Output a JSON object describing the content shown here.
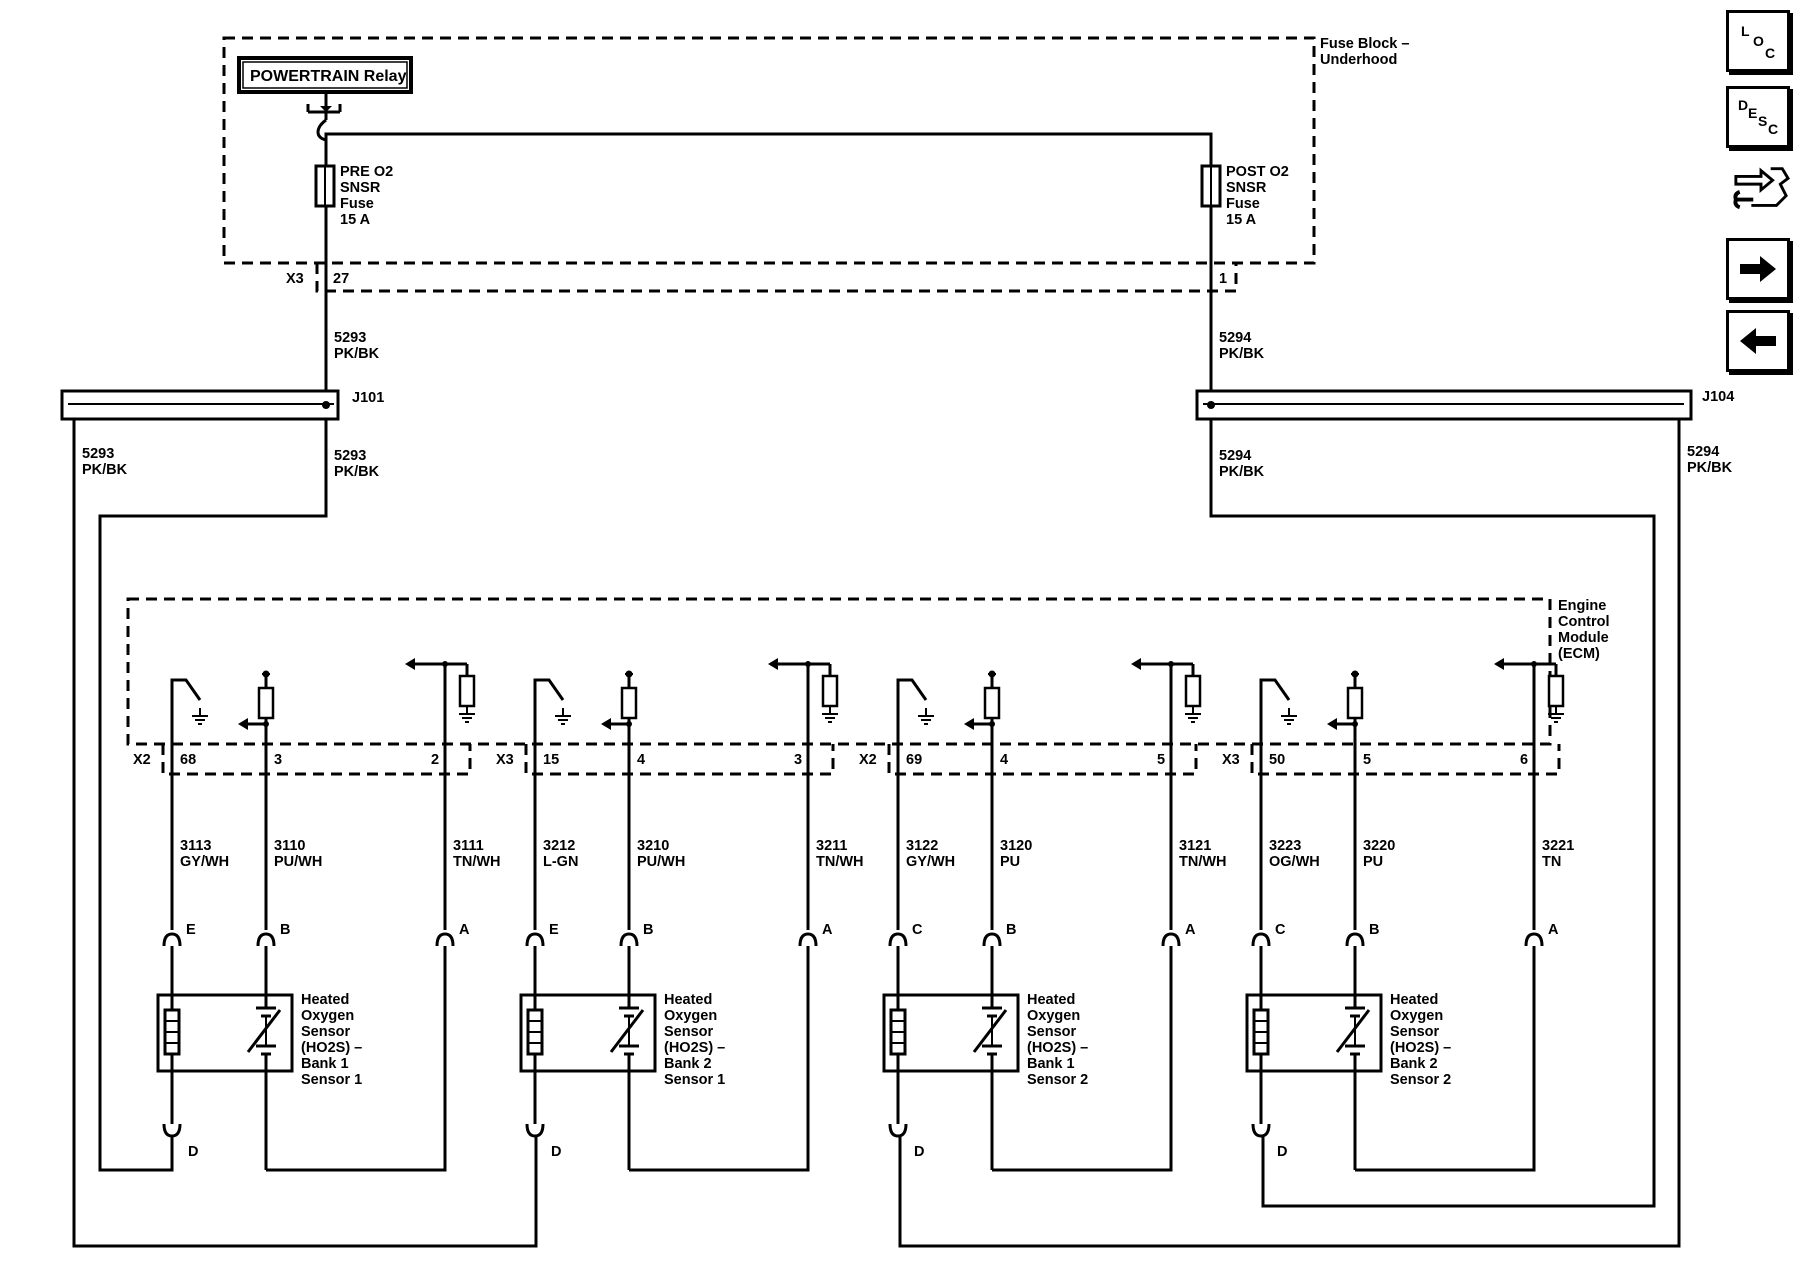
{
  "fuse_block": {
    "label_line1": "Fuse Block –",
    "label_line2": "Underhood",
    "relay_label": "POWERTRAIN Relay",
    "pre_fuse": [
      "PRE O2",
      "SNSR",
      "Fuse",
      "15 A"
    ],
    "post_fuse": [
      "POST O2",
      "SNSR",
      "Fuse",
      "15 A"
    ],
    "connector": "X3",
    "pre_pin": "27",
    "post_pin": "1"
  },
  "feed_wires": {
    "left": {
      "circuit": "5293",
      "color": "PK/BK"
    },
    "right": {
      "circuit": "5294",
      "color": "PK/BK"
    }
  },
  "splices": {
    "left": {
      "name": "J101",
      "outer": [
        "5293",
        "PK/BK"
      ],
      "inner": [
        "5293",
        "PK/BK"
      ]
    },
    "right": {
      "name": "J104",
      "outer": [
        "5294",
        "PK/BK"
      ],
      "inner": [
        "5294",
        "PK/BK"
      ]
    }
  },
  "ecm": {
    "label": [
      "Engine",
      "Control",
      "Module",
      "(ECM)"
    ],
    "groups": [
      {
        "connector": "X2",
        "pins": [
          "68",
          "3",
          "2"
        ]
      },
      {
        "connector": "X3",
        "pins": [
          "15",
          "4",
          "3"
        ]
      },
      {
        "connector": "X2",
        "pins": [
          "69",
          "4",
          "5"
        ]
      },
      {
        "connector": "X3",
        "pins": [
          "50",
          "5",
          "6"
        ]
      }
    ]
  },
  "wires": [
    [
      "3113",
      "GY/WH"
    ],
    [
      "3110",
      "PU/WH"
    ],
    [
      "3111",
      "TN/WH"
    ],
    [
      "3212",
      "L-GN"
    ],
    [
      "3210",
      "PU/WH"
    ],
    [
      "3211",
      "TN/WH"
    ],
    [
      "3122",
      "GY/WH"
    ],
    [
      "3120",
      "PU"
    ],
    [
      "3121",
      "TN/WH"
    ],
    [
      "3223",
      "OG/WH"
    ],
    [
      "3220",
      "PU"
    ],
    [
      "3221",
      "TN"
    ]
  ],
  "pin_letters": [
    [
      "E",
      "B",
      "A",
      "D"
    ],
    [
      "E",
      "B",
      "A",
      "D"
    ],
    [
      "C",
      "B",
      "A",
      "D"
    ],
    [
      "C",
      "B",
      "A",
      "D"
    ]
  ],
  "sensors": [
    [
      "Heated",
      "Oxygen",
      "Sensor",
      "(HO2S) –",
      "Bank 1",
      "Sensor 1"
    ],
    [
      "Heated",
      "Oxygen",
      "Sensor",
      "(HO2S) –",
      "Bank 2",
      "Sensor 1"
    ],
    [
      "Heated",
      "Oxygen",
      "Sensor",
      "(HO2S) –",
      "Bank 1",
      "Sensor 2"
    ],
    [
      "Heated",
      "Oxygen",
      "Sensor",
      "(HO2S) –",
      "Bank 2",
      "Sensor 2"
    ]
  ],
  "nav_buttons": [
    {
      "icon": "location-icon",
      "letters": [
        "L",
        "O",
        "C"
      ]
    },
    {
      "icon": "description-icon",
      "letters": [
        "D",
        "E",
        "S",
        "C"
      ]
    },
    {
      "icon": "diagnostics-icon"
    },
    {
      "icon": "arrow-right-icon"
    },
    {
      "icon": "arrow-left-icon"
    }
  ]
}
